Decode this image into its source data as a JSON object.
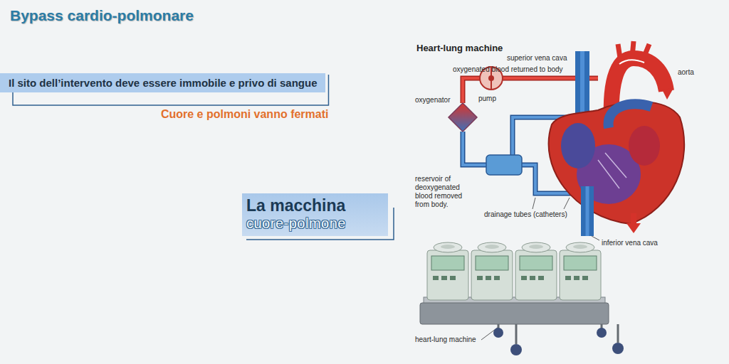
{
  "diagram": {
    "title": "Bypass cardio-polmonare",
    "nodes": [
      {
        "text": [
          "Il sito dell’intervento deve essere immobile e privo di sangue"
        ]
      },
      {
        "text": [
          "La macchina",
          "cuore-polmone"
        ]
      }
    ],
    "labels": [
      "Cuore e polmoni vanno fermati",
      "Heart-lung machine",
      "superior vena cava",
      "oxygenated blood returned to body",
      "aorta",
      "oxygenator",
      "pump",
      "reservoir of deoxygenated blood removed from body.",
      "drainage tubes (catheters)",
      "inferior vena cava",
      "heart-lung machine"
    ]
  }
}
